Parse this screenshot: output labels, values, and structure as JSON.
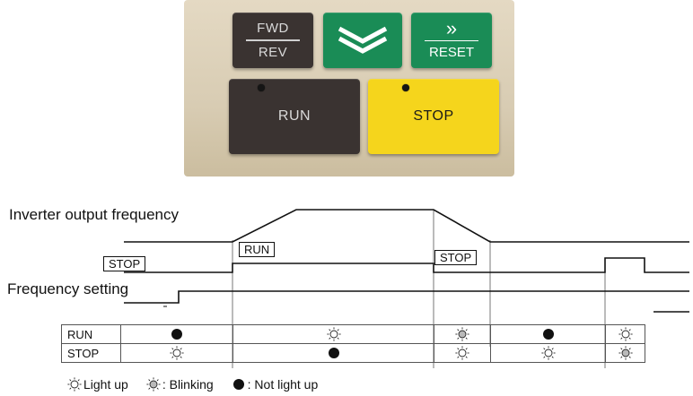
{
  "keypad": {
    "fwd_label": "FWD",
    "rev_label": "REV",
    "down_icon": "double-chevron-down-icon",
    "shift_icon": "double-chevron-right-icon",
    "shift_glyph": "»",
    "reset_label": "RESET",
    "run_label": "RUN",
    "stop_label": "STOP",
    "colors": {
      "dark_key": "#3a3331",
      "green_key": "#1a8c56",
      "stop_key": "#f5d51c",
      "panel": "#d8ccb3"
    }
  },
  "diagram": {
    "inverter_output_label": "Inverter output frequency",
    "frequency_setting_label": "Frequency setting",
    "stop_tag_1": "STOP",
    "run_tag": "RUN",
    "stop_tag_2": "STOP"
  },
  "state_table": {
    "rows": [
      {
        "label": "RUN",
        "states": [
          "off",
          "on",
          "blink",
          "off",
          "on"
        ]
      },
      {
        "label": "STOP",
        "states": [
          "on",
          "off",
          "on",
          "on",
          "blink"
        ]
      }
    ]
  },
  "legend": {
    "light_up": "Light up",
    "blinking": ": Blinking",
    "not_light_up": ": Not light up"
  }
}
